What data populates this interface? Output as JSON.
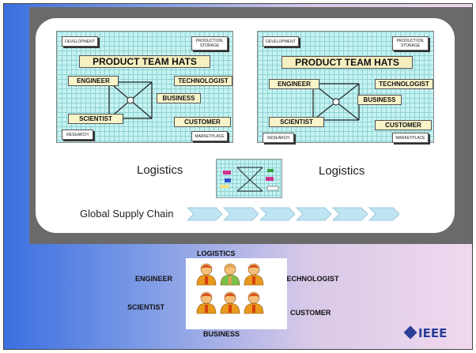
{
  "diagram_top": {
    "panel_left": {
      "title": "PRODUCT TEAM HATS",
      "roles": {
        "engineer": "ENGINEER",
        "technologist": "TECHNOLOGIST",
        "business": "BUSINESS",
        "scientist": "SCIENTIST",
        "customer": "CUSTOMER"
      },
      "corner_boxes": {
        "development": "DEVELOPMENT",
        "production": "PRODUCTION, STORAGE",
        "research": "RESEARCH",
        "marketplace": "MARKETPLACE"
      }
    },
    "panel_right": {
      "title": "PRODUCT TEAM HATS",
      "roles": {
        "engineer": "ENGINEER",
        "technologist": "TECHNOLOGIST",
        "business": "BUSINESS",
        "scientist": "SCIENTIST",
        "customer": "CUSTOMER"
      },
      "corner_boxes": {
        "development": "DEVELOPMENT",
        "production": "PRODUCTION, STORAGE",
        "research": "RESEARCH",
        "marketplace": "MARKETPLACE"
      }
    },
    "logistics_left": "Logistics",
    "logistics_right": "Logistics",
    "supply_chain_label": "Global Supply Chain",
    "chain_segments": 6
  },
  "people_diagram": {
    "top": "LOGISTICS",
    "left_upper": "ENGINEER",
    "right_upper": "TECHNOLOGIST",
    "left_lower": "SCIENTIST",
    "right_lower": "CUSTOMER",
    "bottom": "BUSINESS",
    "figures": [
      {
        "color": "#e89a1c",
        "accent": "#d84010"
      },
      {
        "color": "#7cc04a",
        "accent": "#e0a050"
      },
      {
        "color": "#e89a1c",
        "accent": "#d84010"
      },
      {
        "color": "#e89a1c",
        "accent": "#d84010"
      },
      {
        "color": "#e89a1c",
        "accent": "#d84010"
      },
      {
        "color": "#e89a1c",
        "accent": "#d84010"
      }
    ]
  },
  "logo": "IEEE"
}
